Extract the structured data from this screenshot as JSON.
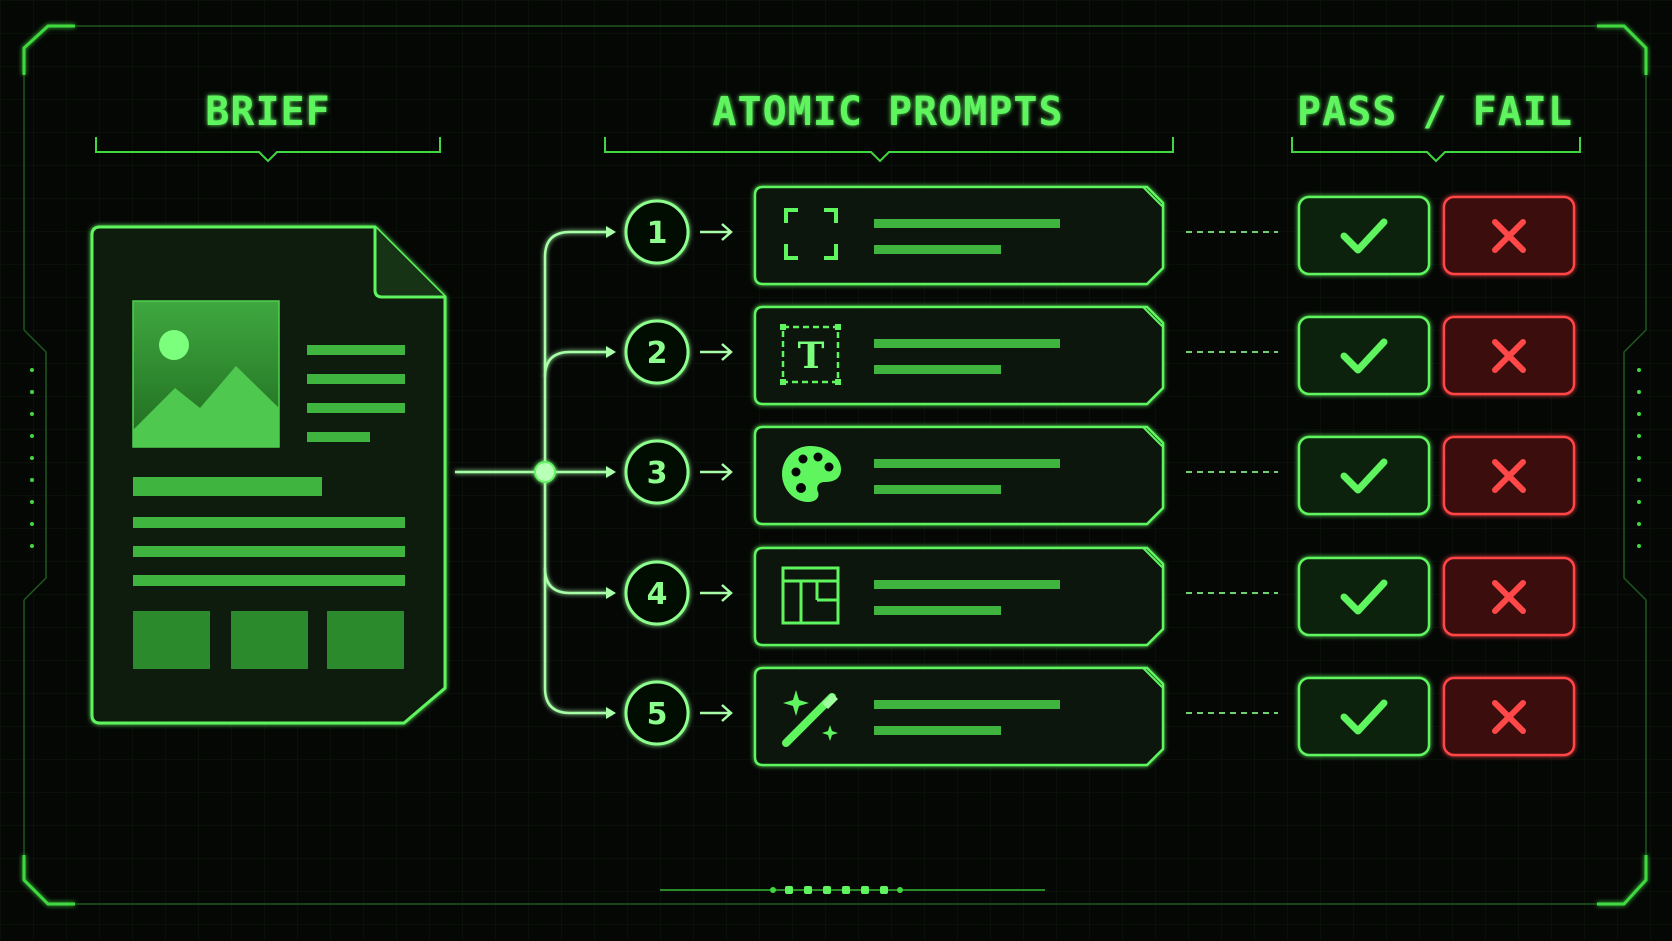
{
  "headers": {
    "brief": "BRIEF",
    "atomic_prompts": "ATOMIC PROMPTS",
    "pass_fail": "PASS / FAIL"
  },
  "prompts": [
    {
      "number": "1",
      "icon": "crop-frame-icon"
    },
    {
      "number": "2",
      "icon": "text-T-icon",
      "icon_glyph": "T"
    },
    {
      "number": "3",
      "icon": "palette-icon"
    },
    {
      "number": "4",
      "icon": "layout-grid-icon"
    },
    {
      "number": "5",
      "icon": "magic-wand-icon"
    }
  ],
  "results": {
    "pass_icon": "checkmark-icon",
    "fail_icon": "x-icon"
  },
  "colors": {
    "background": "#050705",
    "accent_green": "#5ff55f",
    "fail_red": "#ff4444"
  }
}
